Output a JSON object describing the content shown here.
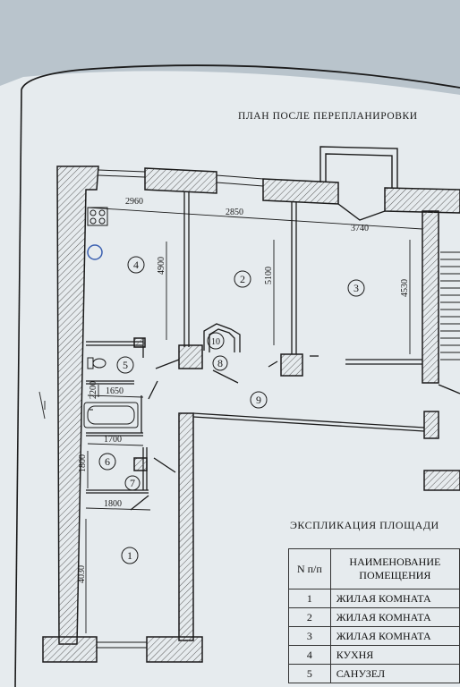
{
  "plan_title": "ПЛАН ПОСЛЕ ПЕРЕПЛАНИРОВКИ",
  "dimensions": {
    "room4_width": "2960",
    "room2_width": "2850",
    "room3_width": "3740",
    "room4_height": "4900",
    "room2_height": "5100",
    "room3_height": "4530",
    "room5_height": "2200",
    "bath_width": "1650",
    "room6_width": "1700",
    "room6_height": "1800",
    "room7_width": "1800",
    "room1_height": "4030"
  },
  "room_numbers": [
    "1",
    "2",
    "3",
    "4",
    "5",
    "6",
    "7",
    "8",
    "9",
    "10"
  ],
  "explication": {
    "title": "ЭКСПЛИКАЦИЯ ПЛОЩАДИ",
    "header": {
      "col1": "N п/п",
      "col2_line1": "НАИМЕНОВАНИЕ",
      "col2_line2": "ПОМЕЩЕНИЯ"
    },
    "rows": [
      {
        "n": "1",
        "name": "ЖИЛАЯ КОМНАТА"
      },
      {
        "n": "2",
        "name": "ЖИЛАЯ КОМНАТА"
      },
      {
        "n": "3",
        "name": "ЖИЛАЯ КОМНАТА"
      },
      {
        "n": "4",
        "name": "КУХНЯ"
      },
      {
        "n": "5",
        "name": "САНУЗЕЛ"
      }
    ]
  },
  "colors": {
    "paper": "#e6ebee",
    "ink": "#1b1b1b",
    "hatch": "#4a4a4a",
    "stove_ring": "#3a5fb0"
  }
}
